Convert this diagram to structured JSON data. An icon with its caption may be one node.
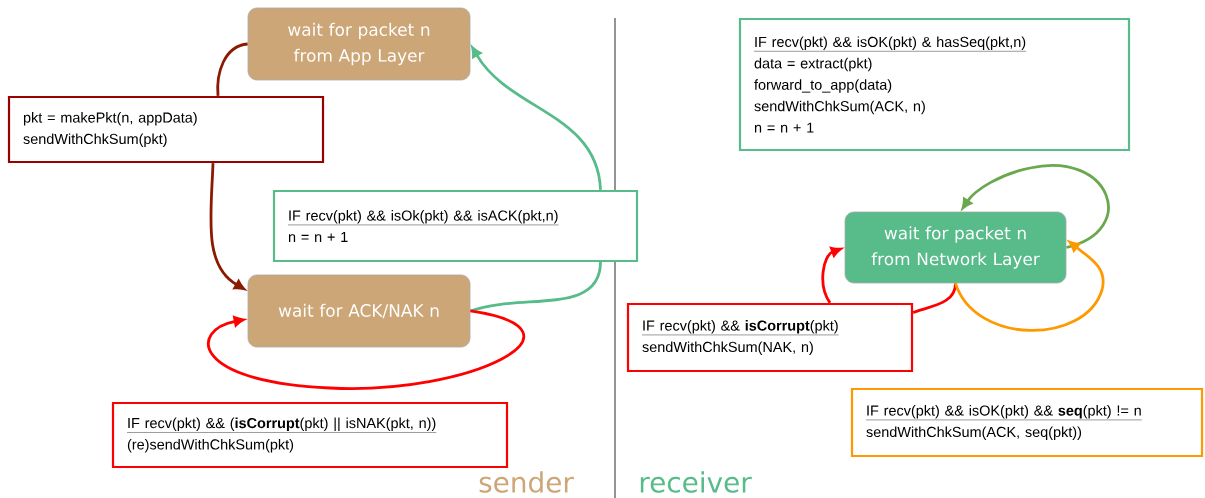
{
  "diagram": {
    "nodes": [
      {
        "text": [
          "wait for packet n from App Layer"
        ]
      },
      {
        "text": [
          "pkt = makePkt(n, appData)",
          "sendWithChkSum(pkt)"
        ]
      },
      {
        "text": [
          "IF recv(pkt) &&   isOk(pkt) && isACK(pkt,n)",
          "n = n + 1"
        ]
      },
      {
        "text": [
          "wait for ACK/NAK n"
        ]
      },
      {
        "text": [
          "IF recv(pkt) && (**isCorrupt**(pkt) || isNAK(pkt, n))",
          "(re)sendWithChkSum(pkt)"
        ]
      },
      {
        "text": [
          "IF recv(pkt) && isOK(pkt) & hasSeq(pkt,n)",
          "data = extract(pkt)",
          "forward_to_app(data)",
          "sendWithChkSum(ACK, n)",
          "n = n + 1"
        ]
      },
      {
        "text": [
          "wait for packet n from Network Layer"
        ]
      },
      {
        "text": [
          "IF recv(pkt) && **isCorrupt**(pkt)",
          "sendWithChkSum(NAK, n)"
        ]
      },
      {
        "text": [
          "IF recv(pkt) && isOK(pkt) && **seq**(pkt) != n",
          "sendWithChkSum(ACK, seq(pkt))"
        ]
      }
    ],
    "edges": [
      {
        "from": 0,
        "to": 1,
        "arrow": "none",
        "color": "#8b1a00"
      },
      {
        "from": 1,
        "to": 3,
        "arrow": "to",
        "color": "#8b1a00"
      },
      {
        "from": 3,
        "to": 2,
        "arrow": "none",
        "color": "#57bb8a"
      },
      {
        "from": 2,
        "to": 0,
        "arrow": "to",
        "color": "#57bb8a"
      },
      {
        "from": 3,
        "to": 3,
        "arrow": "to"
      },
      {
        "from": 6,
        "to": 6,
        "arrow": "to",
        "color": "#6aa84f"
      },
      {
        "from": 6,
        "to": 7,
        "arrow": "none"
      },
      {
        "from": 7,
        "to": 6,
        "arrow": "to"
      },
      {
        "from": 6,
        "to": 6,
        "arrow": "to",
        "color": "#ff9900"
      }
    ],
    "labels": [
      "sender",
      "receiver"
    ]
  }
}
